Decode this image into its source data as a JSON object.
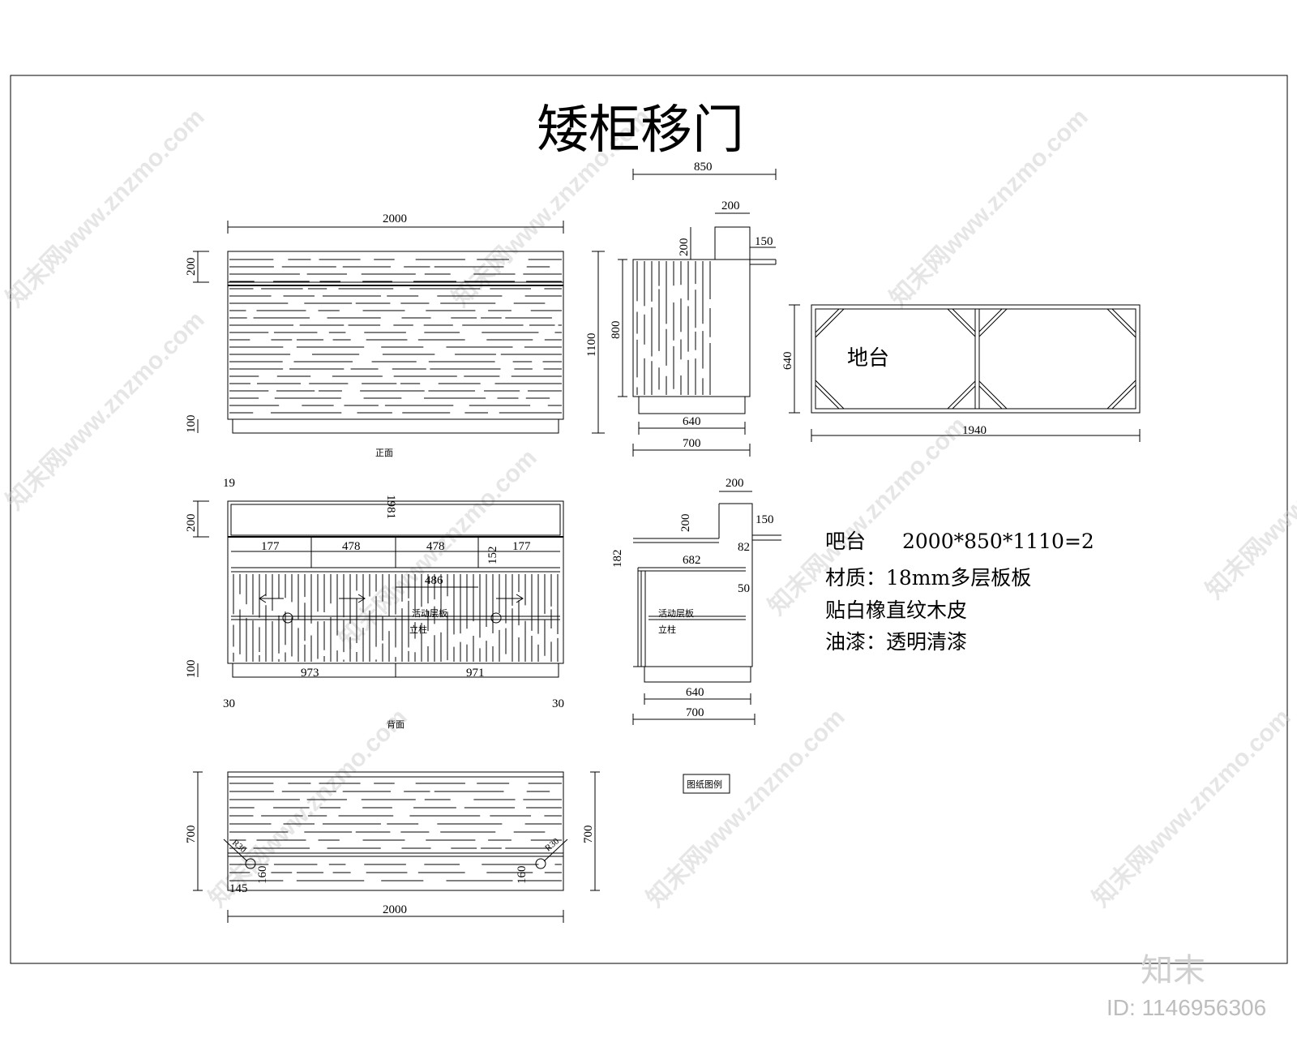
{
  "title": "矮柜移门",
  "watermark": {
    "text": "知末网www.znzmo.com",
    "logo": "知末",
    "id": "ID: 1146956306"
  },
  "front_view": {
    "caption": "正面",
    "dims": {
      "width": "2000",
      "top_band": "200",
      "base": "100",
      "height": "1100"
    }
  },
  "side_view_top": {
    "dims": {
      "depth": "850",
      "counter": "200",
      "counter_h": "200",
      "overhang": "150",
      "body_h": "800",
      "inner": "640",
      "outer": "700"
    }
  },
  "plan_view": {
    "label": "地台",
    "dims": {
      "length": "1940",
      "depth": "640"
    }
  },
  "back_view": {
    "caption": "背面",
    "dims": {
      "board": "19",
      "top_band": "200",
      "span": "1981",
      "drawers": [
        "177",
        "478",
        "478",
        "177"
      ],
      "drawer_h": "152",
      "inner": "486",
      "left_door": "973",
      "right_door": "971",
      "base": "100",
      "left_foot": "30",
      "right_foot": "30"
    },
    "note_a": "活动层板",
    "note_b": "立柱"
  },
  "side_view_bottom": {
    "dims": {
      "counter": "200",
      "overhang": "150",
      "counter_h": "200",
      "shelf": "182",
      "inner_w": "682",
      "gap": "82",
      "mid": "50",
      "inner": "640",
      "outer": "700"
    },
    "note_a": "活动层板",
    "note_b": "立柱"
  },
  "top_view": {
    "dims": {
      "length": "2000",
      "depth": "700",
      "hole_r_left": "R30",
      "hole_r_right": "R30",
      "hole_off": "145",
      "hole_y_left": "160",
      "hole_y_right": "160"
    }
  },
  "specs": {
    "line1_label": "吧台",
    "line1_value": "2000*850*1110=2",
    "line2": "材质：18mm多层板板",
    "line3": "贴白橡直纹木皮",
    "line4": "油漆：透明清漆"
  },
  "stamp": "图纸图例"
}
